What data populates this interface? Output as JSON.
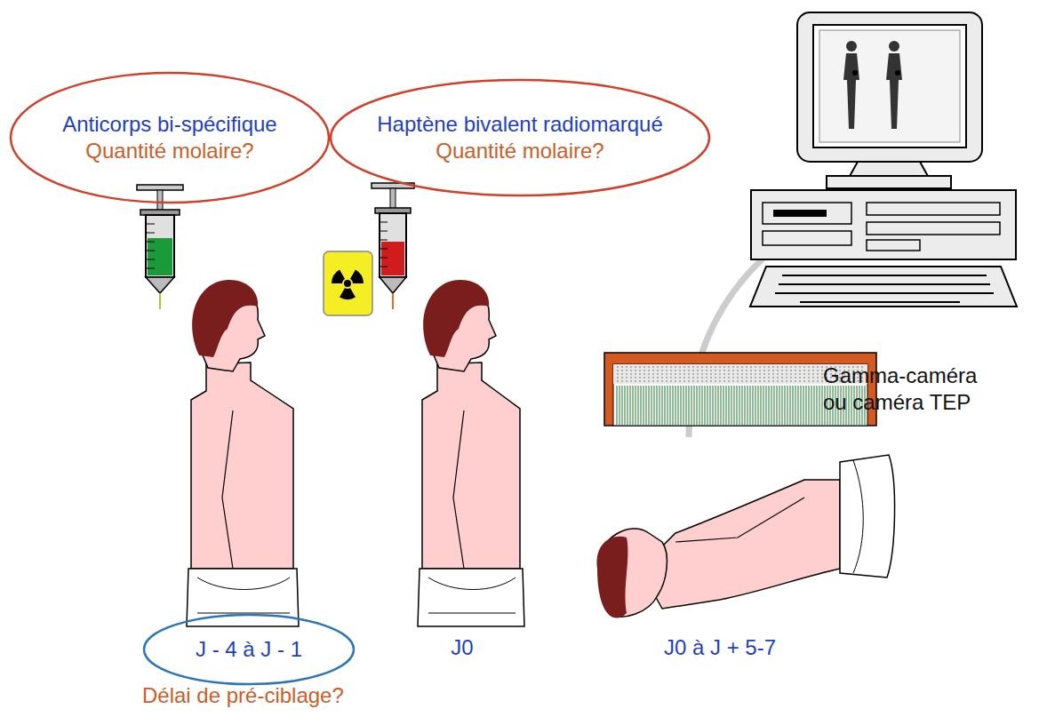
{
  "diagram": {
    "nodes": [
      {
        "text": [
          "Anticorps bi-spécifique",
          "Quantité molaire?"
        ]
      },
      {
        "text": [
          "Haptène bivalent radiomarqué",
          "Quantité molaire?"
        ]
      },
      {
        "text": [
          "J - 4 à J - 1"
        ]
      }
    ],
    "labels": [
      "J0",
      "J0 à J + 5-7",
      "Gamma-caméra ou caméra TEP",
      "Délai de pré-ciblage?"
    ]
  }
}
